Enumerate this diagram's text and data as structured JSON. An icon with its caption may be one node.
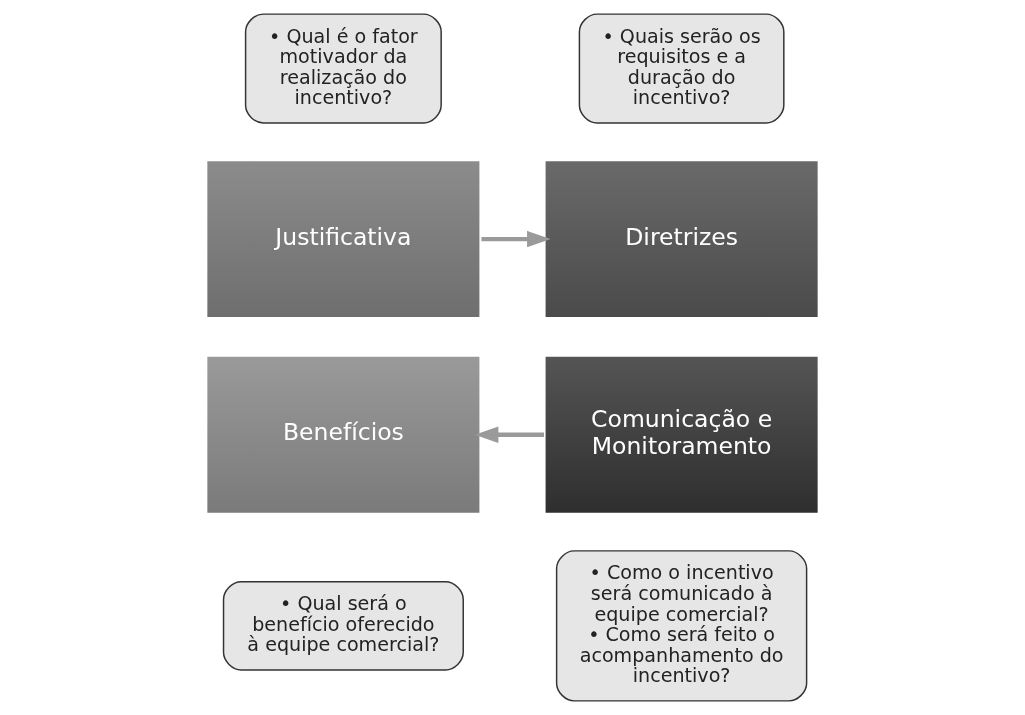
{
  "diagram": {
    "nodes": [
      {
        "text": [
          "• Qual é o fator motivador da realização do incentivo?"
        ]
      },
      {
        "text": [
          "• Quais serão os requisitos e a duração do incentivo?"
        ]
      },
      {
        "text": [
          "Justificativa"
        ]
      },
      {
        "text": [
          "Diretrizes"
        ]
      },
      {
        "text": [
          "Benefícios"
        ]
      },
      {
        "text": [
          "Comunicação e Monitoramento"
        ]
      },
      {
        "text": [
          "• Qual será o benefício oferecido à equipe comercial?"
        ]
      },
      {
        "text": [
          "• Como o incentivo será comunicado à equipe comercial?",
          "• Como será feito o acompanhamento do incentivo?"
        ]
      }
    ],
    "edges": [
      {
        "from": 2,
        "to": 3,
        "arrow": "to"
      },
      {
        "from": 5,
        "to": 4,
        "arrow": "to"
      }
    ]
  }
}
